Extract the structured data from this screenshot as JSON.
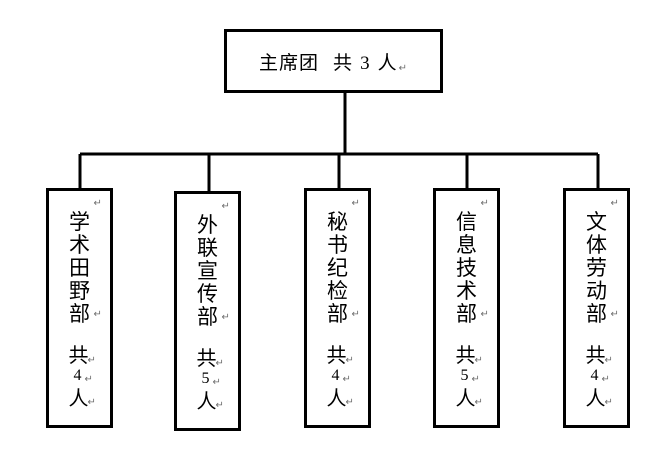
{
  "diagram": {
    "root": {
      "name": "主席团",
      "count_prefix": "共",
      "count_value": "3",
      "count_unit": "人"
    },
    "departments": [
      {
        "name": "学术田野部",
        "count_prefix": "共",
        "count_value": "4",
        "count_unit": "人"
      },
      {
        "name": "外联宣传部",
        "count_prefix": "共",
        "count_value": "5",
        "count_unit": "人"
      },
      {
        "name": "秘书纪检部",
        "count_prefix": "共",
        "count_value": "4",
        "count_unit": "人"
      },
      {
        "name": "信息技术部",
        "count_prefix": "共",
        "count_value": "5",
        "count_unit": "人"
      },
      {
        "name": "文体劳动部",
        "count_prefix": "共",
        "count_value": "4",
        "count_unit": "人"
      }
    ],
    "paragraph_mark": "↵"
  }
}
